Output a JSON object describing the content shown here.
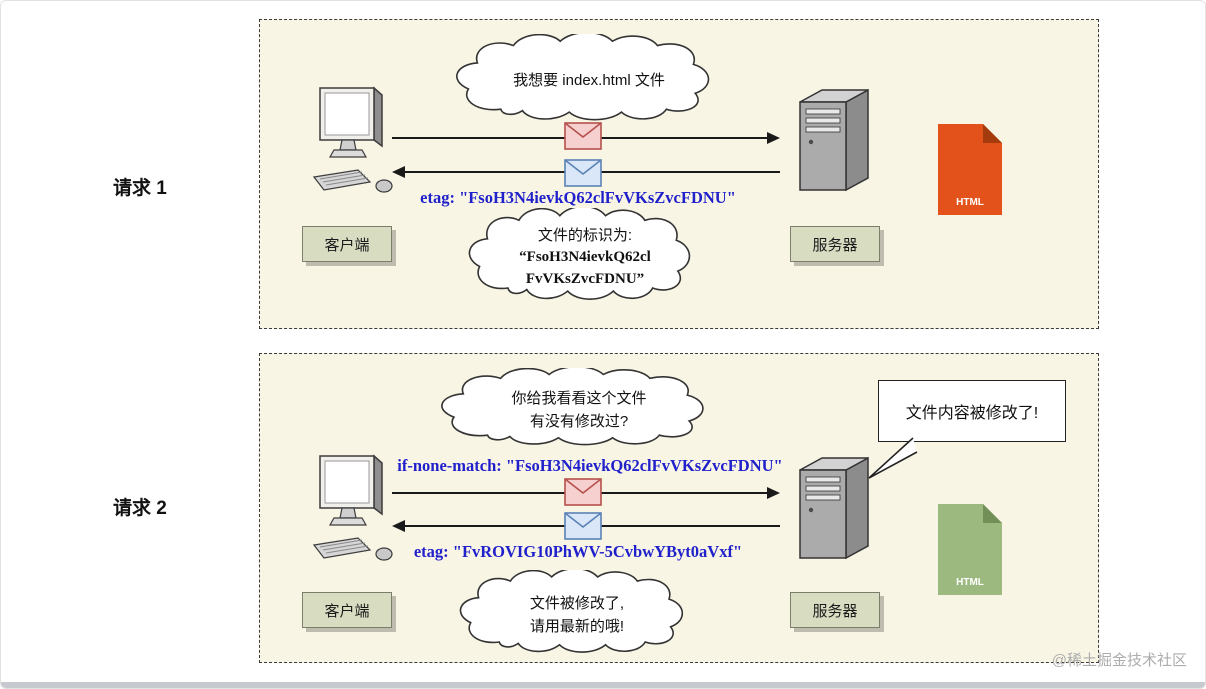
{
  "colors": {
    "accent_blue": "#2121cc",
    "panel_background": "#f8f5e4",
    "file_orange": "#e2521a",
    "file_green": "#9cba80",
    "label_box_background": "#d8ddc2",
    "envelope_red": "#c0504d",
    "envelope_blue": "#5b82b5"
  },
  "watermark": "@稀土掘金技术社区",
  "panel1": {
    "label": "请求 1",
    "cloud_top": "我想要 index.html 文件",
    "etag": "etag: \"FsoH3N4ievkQ62clFvVKsZvcFDNU\"",
    "cloud_bottom_line1": "文件的标识为:",
    "cloud_bottom_line2": "“FsoH3N4ievkQ62cl",
    "cloud_bottom_line3": "FvVKsZvcFDNU”",
    "client_label": "客户端",
    "server_label": "服务器",
    "file_label": "HTML"
  },
  "panel2": {
    "label": "请求 2",
    "cloud_top_line1": "你给我看看这个文件",
    "cloud_top_line2": "有没有修改过?",
    "if_none_match": "if-none-match: \"FsoH3N4ievkQ62clFvVKsZvcFDNU\"",
    "etag": "etag: \"FvROVIG10PhWV-5CvbwYByt0aVxf\"",
    "speech_bubble": "文件内容被修改了!",
    "cloud_bottom_line1": "文件被修改了,",
    "cloud_bottom_line2": "请用最新的哦!",
    "client_label": "客户端",
    "server_label": "服务器",
    "file_label": "HTML"
  }
}
